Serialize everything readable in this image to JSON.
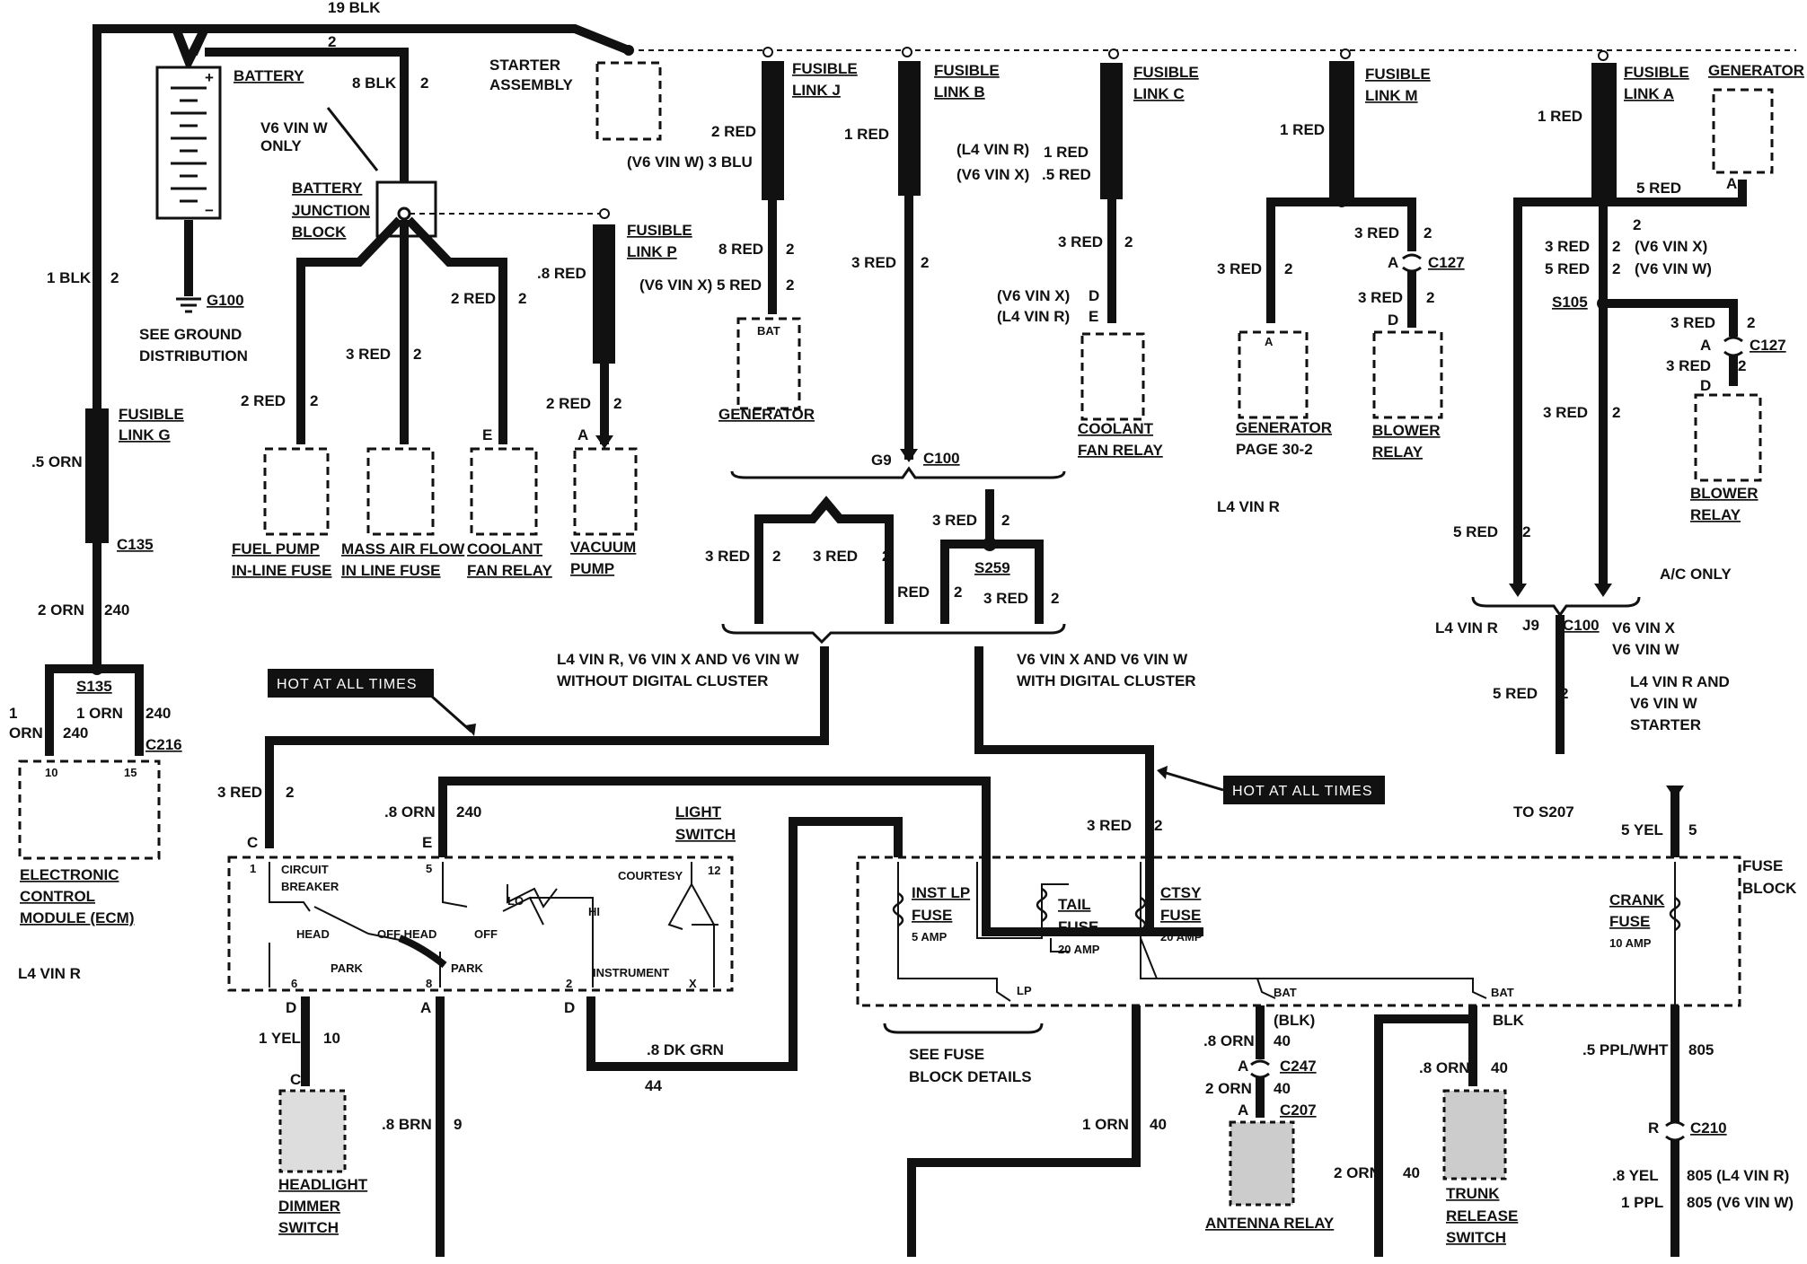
{
  "labels": {
    "blk19": "19 BLK",
    "battery": "BATTERY",
    "two_top": "2",
    "blk8": "8 BLK",
    "two_b": "2",
    "v6vinw_only1": "V6 VIN W",
    "v6vinw_only2": "ONLY",
    "starter1": "STARTER",
    "starter2": "ASSEMBLY",
    "bjb1": "BATTERY",
    "bjb2": "JUNCTION",
    "bjb3": "BLOCK",
    "g100": "G100",
    "see_ground1": "SEE GROUND",
    "see_ground2": "DISTRIBUTION",
    "blk1": "1 BLK",
    "blk1_num": "2",
    "fusible_g1": "FUSIBLE",
    "fusible_g2": "LINK G",
    "orn5": ".5 ORN",
    "c135": "C135",
    "orn2": "2 ORN",
    "orn2_num": "240",
    "s135": "S135",
    "orn1a": "1",
    "orn1b": "ORN",
    "orn1_240": "240",
    "orn1c": "1 ORN",
    "orn1c_240": "240",
    "c216": "C216",
    "pin10": "10",
    "pin15": "15",
    "ecm1": "ELECTRONIC",
    "ecm2": "CONTROL",
    "ecm3": "MODULE (ECM)",
    "l4vinr_left": "L4 VIN R",
    "red2_fp": "2 RED",
    "red2_fp_n": "2",
    "red3_maf": "3 RED",
    "red3_maf_n": "2",
    "red2_cf": "2 RED",
    "red2_cf_n": "2",
    "e_cf": "E",
    "fuel_pump1": "FUEL PUMP",
    "fuel_pump2": "IN-LINE FUSE",
    "maf1": "MASS AIR FLOW",
    "maf2": "IN LINE FUSE",
    "cfr1": "COOLANT",
    "cfr2": "FAN RELAY",
    "fusible_p1": "FUSIBLE",
    "fusible_p2": "LINK P",
    "red8_p": ".8 RED",
    "red2_p": "2 RED",
    "red2_p_n": "2",
    "a_vac": "A",
    "vac1": "VACUUM",
    "vac2": "PUMP",
    "fusible_j1": "FUSIBLE",
    "fusible_j2": "LINK J",
    "red2_j": "2 RED",
    "v6vinw_j": "(V6 VIN W)  3 BLU",
    "red8_j": "8 RED",
    "red8_j_n": "2",
    "v6vinx_j": "(V6 VIN X)  5 RED",
    "v6vinx_j_n": "2",
    "bat_gen": "BAT",
    "generator1": "GENERATOR",
    "fusible_b1": "FUSIBLE",
    "fusible_b2": "LINK B",
    "red1_b": "1 RED",
    "red3_b": "3 RED",
    "red3_b_n": "2",
    "g9": "G9",
    "c100a": "C100",
    "fusible_c1": "FUSIBLE",
    "fusible_c2": "LINK C",
    "l4vinr_c": "(L4 VIN R)",
    "red1_c": "1 RED",
    "v6vinx_c": "(V6 VIN X)",
    "red5_c": ".5 RED",
    "red3_c": "3 RED",
    "red3_c_n": "2",
    "v6vinx_d": "(V6 VIN X)",
    "d_c": "D",
    "l4vinr_e": "(L4 VIN R)",
    "e_c": "E",
    "cfr_c1": "COOLANT",
    "cfr_c2": "FAN RELAY",
    "fusible_m1": "FUSIBLE",
    "fusible_m2": "LINK M",
    "red1_m": "1 RED",
    "red3_m1": "3 RED",
    "red3_m1_n": "2",
    "red3_m2": "3 RED",
    "red3_m2_n": "2",
    "a_c127": "A",
    "c127": "C127",
    "red3_m3": "3 RED",
    "red3_m3_n": "2",
    "d_m": "D",
    "a_gen2": "A",
    "gen2_1": "GENERATOR",
    "gen2_2": "PAGE 30-2",
    "blower1": "BLOWER",
    "blower2": "RELAY",
    "l4vinr_mid": "L4 VIN R",
    "fusible_a1": "FUSIBLE",
    "fusible_a2": "LINK A",
    "red1_a": "1 RED",
    "generator_r": "GENERATOR",
    "red5_a": "5 RED",
    "a_gen_r": "A",
    "two_a": "2",
    "red3_a": "3 RED",
    "red3_a_n": "2",
    "v6vinx_a": "(V6 VIN X)",
    "red5_a2": "5 RED",
    "red5_a2_n": "2",
    "v6vinw_a": "(V6 VIN W)",
    "s105": "S105",
    "red3_r1": "3 RED",
    "red3_r1_n": "2",
    "a_c127r": "A",
    "c127r": "C127",
    "red3_r2": "3 RED",
    "red3_r2_n": "2",
    "d_r": "D",
    "blower_r1": "BLOWER",
    "blower_r2": "RELAY",
    "red3_r3": "3 RED",
    "red3_r3_n": "2",
    "red5_r": "5 RED",
    "red5_r_n": "2",
    "ac_only": "A/C ONLY",
    "l4vinr_j9": "L4 VIN R",
    "j9": "J9",
    "c100b": "C100",
    "v6vinx_j9": "V6 VIN X",
    "v6vinw_j9": "V6 VIN W",
    "red5_j9": "5 RED",
    "red5_j9_n": "2",
    "l4_v6_starter1": "L4 VIN R AND",
    "l4_v6_starter2": "V6 VIN W",
    "l4_v6_starter3": "STARTER",
    "red3_x1": "3 RED",
    "red3_x1_n": "2",
    "red3_x2": "3 RED",
    "red3_x2_n": "2",
    "red3_s259a": "3 RED",
    "red3_s259a_n": "2",
    "s259": "S259",
    "red3_s259b": "3 RED",
    "red3_s259b_n": "2",
    "red3_s259c": "3 RED",
    "red3_s259c_n": "2",
    "without1": "L4 VIN R, V6 VIN X AND V6 VIN W",
    "without2": "WITHOUT DIGITAL CLUSTER",
    "with1": "V6 VIN X AND V6 VIN W",
    "with2": "WITH DIGITAL CLUSTER",
    "hot1": "HOT AT ALL TIMES",
    "hot2": "HOT AT ALL TIMES",
    "red3_ls": "3 RED",
    "red3_ls_n": "2",
    "orn8_ls": ".8 ORN",
    "orn8_ls_n": "240",
    "light_sw1": "LIGHT",
    "light_sw2": "SWITCH",
    "c_pin": "C",
    "one_pin": "1",
    "e_pin": "E",
    "five_pin": "5",
    "circuit_breaker1": "CIRCUIT",
    "circuit_breaker2": "BREAKER",
    "courtesy": "COURTESY",
    "twelve": "12",
    "lo": "LO",
    "hi": "HI",
    "head1": "HEAD",
    "off_head": "OFF HEAD",
    "off2": "OFF",
    "park1": "PARK",
    "park2": "PARK",
    "instrument": "INSTRUMENT",
    "x_pin": "X",
    "six_pin": "6",
    "eight_pin": "8",
    "two_pin": "2",
    "d_pin1": "D",
    "a_pin": "A",
    "d_pin2": "D",
    "yel1": "1 YEL",
    "yel1_n": "10",
    "c_dim": "C",
    "dimmer1": "HEADLIGHT",
    "dimmer2": "DIMMER",
    "dimmer3": "SWITCH",
    "brn8": ".8 BRN",
    "brn8_n": "9",
    "dkgrn": ".8 DK GRN",
    "dkgrn_n": "44",
    "red3_fb": "3 RED",
    "red3_fb_n": "2",
    "inst_lp1": "INST LP",
    "inst_lp2": "FUSE",
    "inst_lp3": "5 AMP",
    "tail1": "TAIL",
    "tail2": "FUSE",
    "tail3": "20 AMP",
    "ctsy1": "CTSY",
    "ctsy2": "FUSE",
    "ctsy3": "20 AMP",
    "lp": "LP",
    "bat1": "BAT",
    "bat2": "BAT",
    "see_fb1": "SEE FUSE",
    "see_fb2": "BLOCK DETAILS",
    "fuse_block1": "FUSE",
    "fuse_block2": "BLOCK",
    "crank1": "CRANK",
    "crank2": "FUSE",
    "crank3": "10 AMP",
    "to_s207": "TO S207",
    "yel5": "5 YEL",
    "yel5_n": "5",
    "orn_blk": "(BLK)",
    "orn8a": ".8 ORN",
    "orn8a_n": "40",
    "a_c247": "A",
    "c247": "C247",
    "orn2b": "2 ORN",
    "orn2b_n": "40",
    "a_c207": "A",
    "c207": "C207",
    "antenna": "ANTENNA RELAY",
    "blk_tr": "BLK",
    "orn8b": ".8 ORN",
    "orn8b_n": "40",
    "trunk1": "TRUNK",
    "trunk2": "RELEASE",
    "trunk3": "SWITCH",
    "orn1d": "1 ORN",
    "orn1d_n": "40",
    "orn2c": "2 ORN",
    "orn2c_n": "40",
    "ppl_wht": ".5 PPL/WHT",
    "ppl_wht_n": "805",
    "r_c210": "R",
    "c210": "C210",
    "yel8": ".8 YEL",
    "yel8_n": "805 (L4 VIN R)",
    "ppl1": "1 PPL",
    "ppl1_n": "805 (V6 VIN W)"
  }
}
